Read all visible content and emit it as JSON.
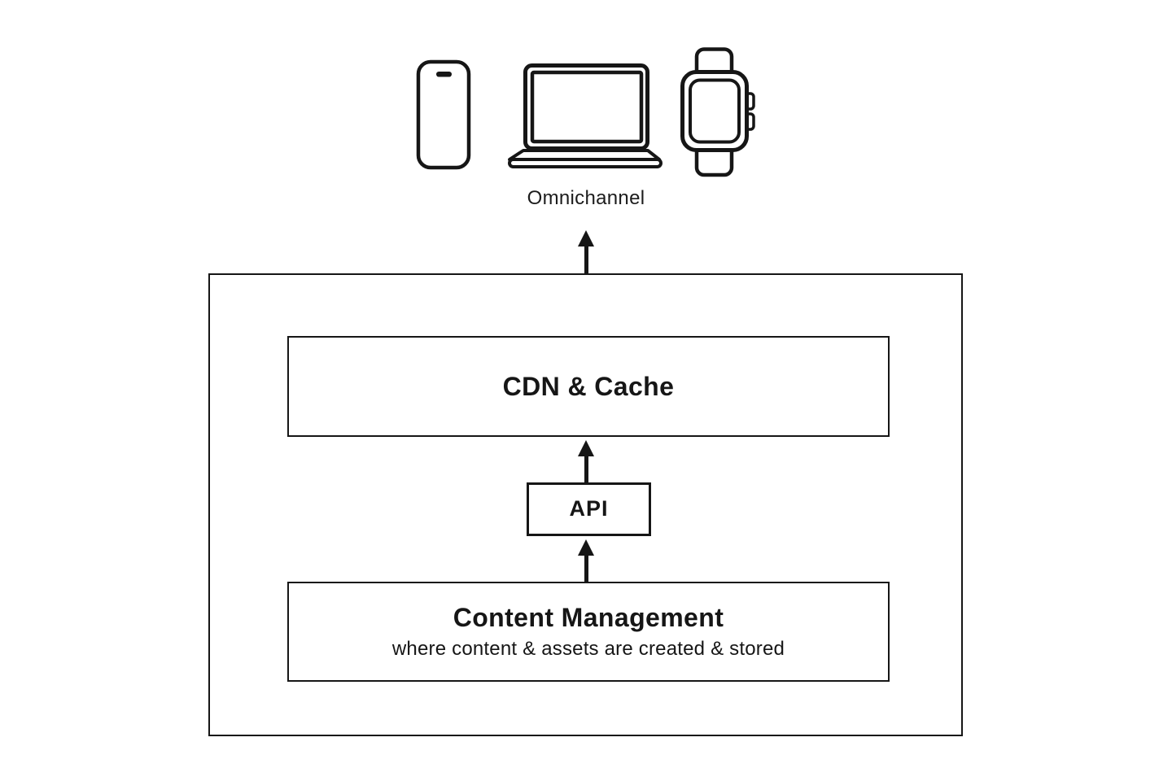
{
  "colors": {
    "stroke": "#161616",
    "background": "#ffffff",
    "text": "#161616"
  },
  "devices": {
    "label": "Omnichannel",
    "icons": [
      {
        "name": "smartphone-icon"
      },
      {
        "name": "laptop-icon"
      },
      {
        "name": "smartwatch-icon"
      }
    ]
  },
  "architecture": {
    "cdn": {
      "label": "CDN & Cache"
    },
    "api": {
      "label": "API"
    },
    "cms": {
      "title": "Content Management",
      "subtitle": "where content & assets are created & stored"
    }
  }
}
